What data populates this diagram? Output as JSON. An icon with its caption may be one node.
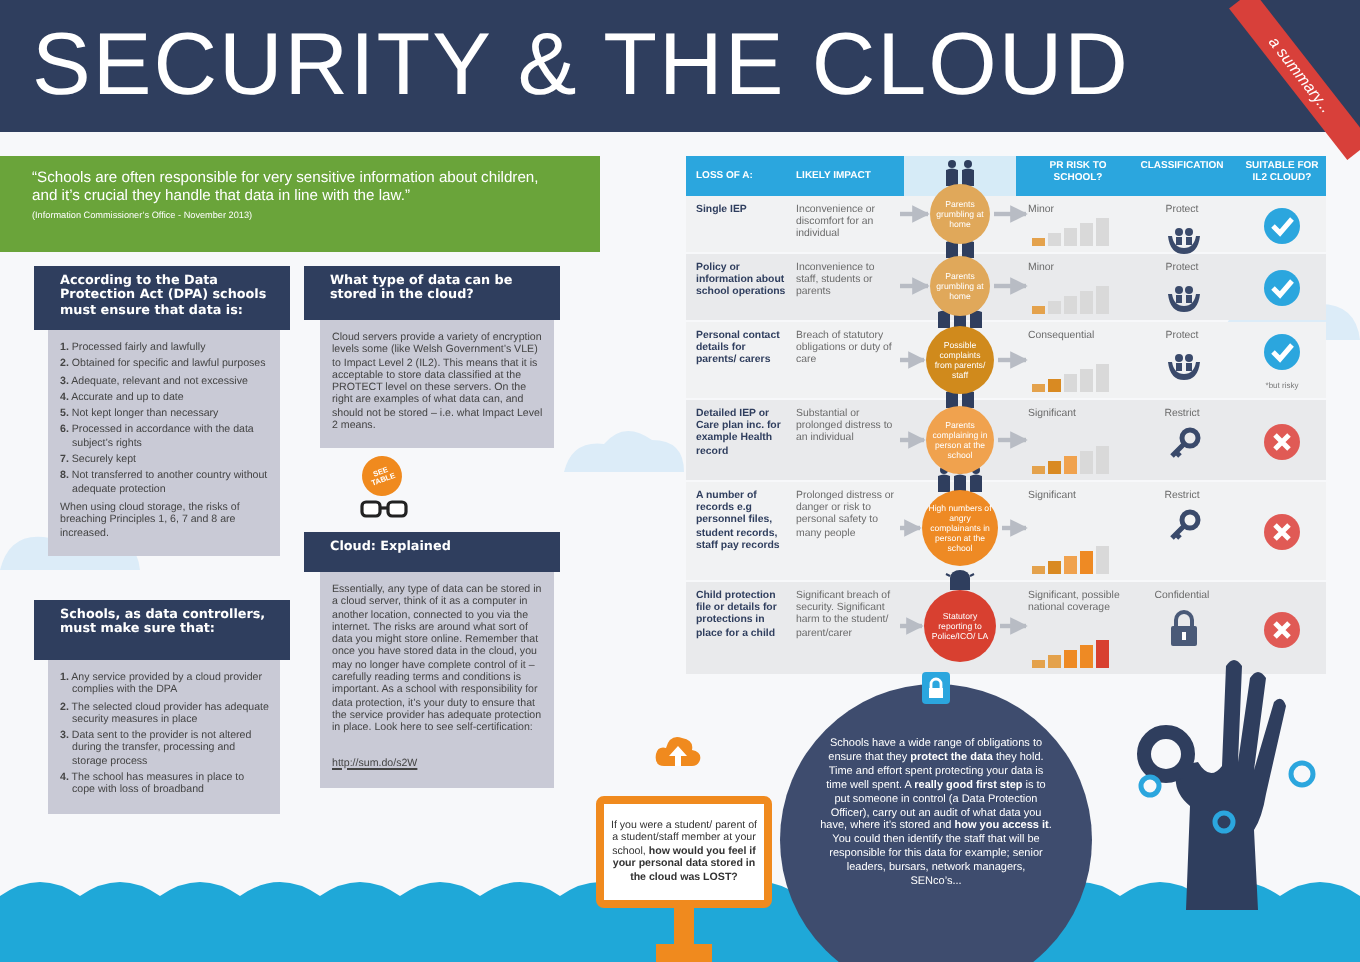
{
  "diagram": {
    "title": "SECURITY & THE CLOUD",
    "nodes": [
      {
        "text": [
          "“Schools are often responsible for very sensitive information about children, and it’s crucial they handle that data in line with the law.”",
          "(Information Commissioner’s Office - November 2013)"
        ]
      },
      {
        "text": [
          "According to the Data Protection Act (DPA) schools must ensure that data is:",
          "**1.** Processed fairly and lawfully",
          "**2.** Obtained for specific and lawful purposes",
          "**3.** Adequate, relevant and not excessive",
          "**4.** Accurate and up to date",
          "**5.** Not kept longer than necessary",
          "**6.** Processed in accordance with the data subject’s rights",
          "**7.** Securely kept",
          "**8.** Not transferred to another country without adequate protection",
          "When using cloud storage, the risks of breaching Principles 1, 6, 7 and 8 are increased."
        ]
      },
      {
        "text": [
          "What type of data can be stored in the cloud?",
          "Cloud servers provide a variety of encryption levels some (like Welsh Government’s VLE) to Impact Level 2 (IL2). This means that it is acceptable to store data classified at the PROTECT level on these servers. On the right are examples of what data can, and should not be stored – i.e. what Impact Level 2 means."
        ]
      },
      {
        "text": [
          "SEE TABLE"
        ]
      },
      {
        "text": [
          "Cloud: Explained",
          "Essentially, any type of data can be stored in a cloud server, think of it as a computer in another location, connected to you via the internet. The risks are around what sort of data you might store online. Remember that once you have stored data in the cloud, you may no longer have complete control of it – carefully reading terms and conditions is important. As a school with responsibility for data protection, it’s your duty to ensure that the service provider has adequate protection in place. Look here to see self-certification:",
          "http://sum.do/s2W"
        ]
      },
      {
        "text": [
          "Schools, as data controllers, must make sure that:",
          "**1.** Any service provided by a cloud provider complies with the DPA",
          "**2.** The selected cloud provider has adequate security measures in place",
          "**3.** Data sent to the provider is not altered during the transfer, processing and storage process",
          "**4.** The school has measures in place to cope with loss of broadband"
        ]
      },
      {
        "text": [
          "Inconvenience or discomfort for an individual"
        ]
      },
      {
        "text": [
          "Parents grumbling at home"
        ]
      },
      {
        "text": [
          "Minor"
        ]
      },
      {
        "text": [
          "Inconvenience to staff, students or parents"
        ]
      },
      {
        "text": [
          "Parents grumbling at home"
        ]
      },
      {
        "text": [
          "Minor"
        ]
      },
      {
        "text": [
          "Breach of statutory obligations or duty of care"
        ]
      },
      {
        "text": [
          "Possible complaints from parents/ staff"
        ]
      },
      {
        "text": [
          "Consequential"
        ]
      },
      {
        "text": [
          "Substantial or prolonged distress to an individual"
        ]
      },
      {
        "text": [
          "Parents complaining in person at the school"
        ]
      },
      {
        "text": [
          "Significant"
        ]
      },
      {
        "text": [
          "Prolonged distress or danger or risk to personal safety to many people"
        ]
      },
      {
        "text": [
          "High numbers of angry complainants in person at the school"
        ]
      },
      {
        "text": [
          "Significant"
        ]
      },
      {
        "text": [
          "Significant breach of security. Significant harm to the student/ parent/carer"
        ]
      },
      {
        "text": [
          "Statutory reporting to Police/ICO/ LA"
        ]
      },
      {
        "text": [
          "Significant, possible national coverage"
        ]
      },
      {
        "text": [
          "If you were a student/ parent of a student/staff member at your school, **how would you feel if your personal data stored in the cloud was LOST?**"
        ]
      },
      {
        "text": [
          "Schools have a wide range of obligations to ensure that they **protect the data** they hold. Time and effort spent protecting your data is time well spent. A **really good first step** is to put someone in control (a Data Protection Officer), carry out an audit of what data you have, where it’s stored and **how you access it**. You could then identify the staff that will be responsible for this data for example; senior leaders, bursars, network managers, SENco’s..."
        ]
      }
    ],
    "edges": [
      {
        "from": 6,
        "to": 7,
        "arrow": "to"
      },
      {
        "from": 7,
        "to": 8,
        "arrow": "to"
      },
      {
        "from": 9,
        "to": 10,
        "arrow": "to"
      },
      {
        "from": 10,
        "to": 11,
        "arrow": "to"
      },
      {
        "from": 12,
        "to": 13,
        "arrow": "to"
      },
      {
        "from": 13,
        "to": 14,
        "arrow": "to"
      },
      {
        "from": 15,
        "to": 16,
        "arrow": "to"
      },
      {
        "from": 16,
        "to": 17,
        "arrow": "to"
      },
      {
        "from": 18,
        "to": 19,
        "arrow": "to"
      },
      {
        "from": 19,
        "to": 20,
        "arrow": "to"
      },
      {
        "from": 21,
        "to": 22,
        "arrow": "to"
      },
      {
        "from": 22,
        "to": 23,
        "arrow": "to"
      }
    ],
    "labels": [
      "a summary...",
      "LOSS OF A:",
      "LIKELY IMPACT",
      "PR RISK TO SCHOOL?",
      "CLASSIFICATION",
      "SUITABLE FOR IL2 CLOUD?",
      "Single IEP",
      "Protect",
      "Policy or information about school operations",
      "Protect",
      "Personal contact details for parents/ carers",
      "Protect",
      "*but risky",
      "Detailed IEP or Care plan inc. for example Health record",
      "Restrict",
      "A number of records e.g personnel files, student records, staff pay records",
      "Restrict",
      "Child protection file or details for protections in place for a child",
      "Confidential"
    ]
  }
}
